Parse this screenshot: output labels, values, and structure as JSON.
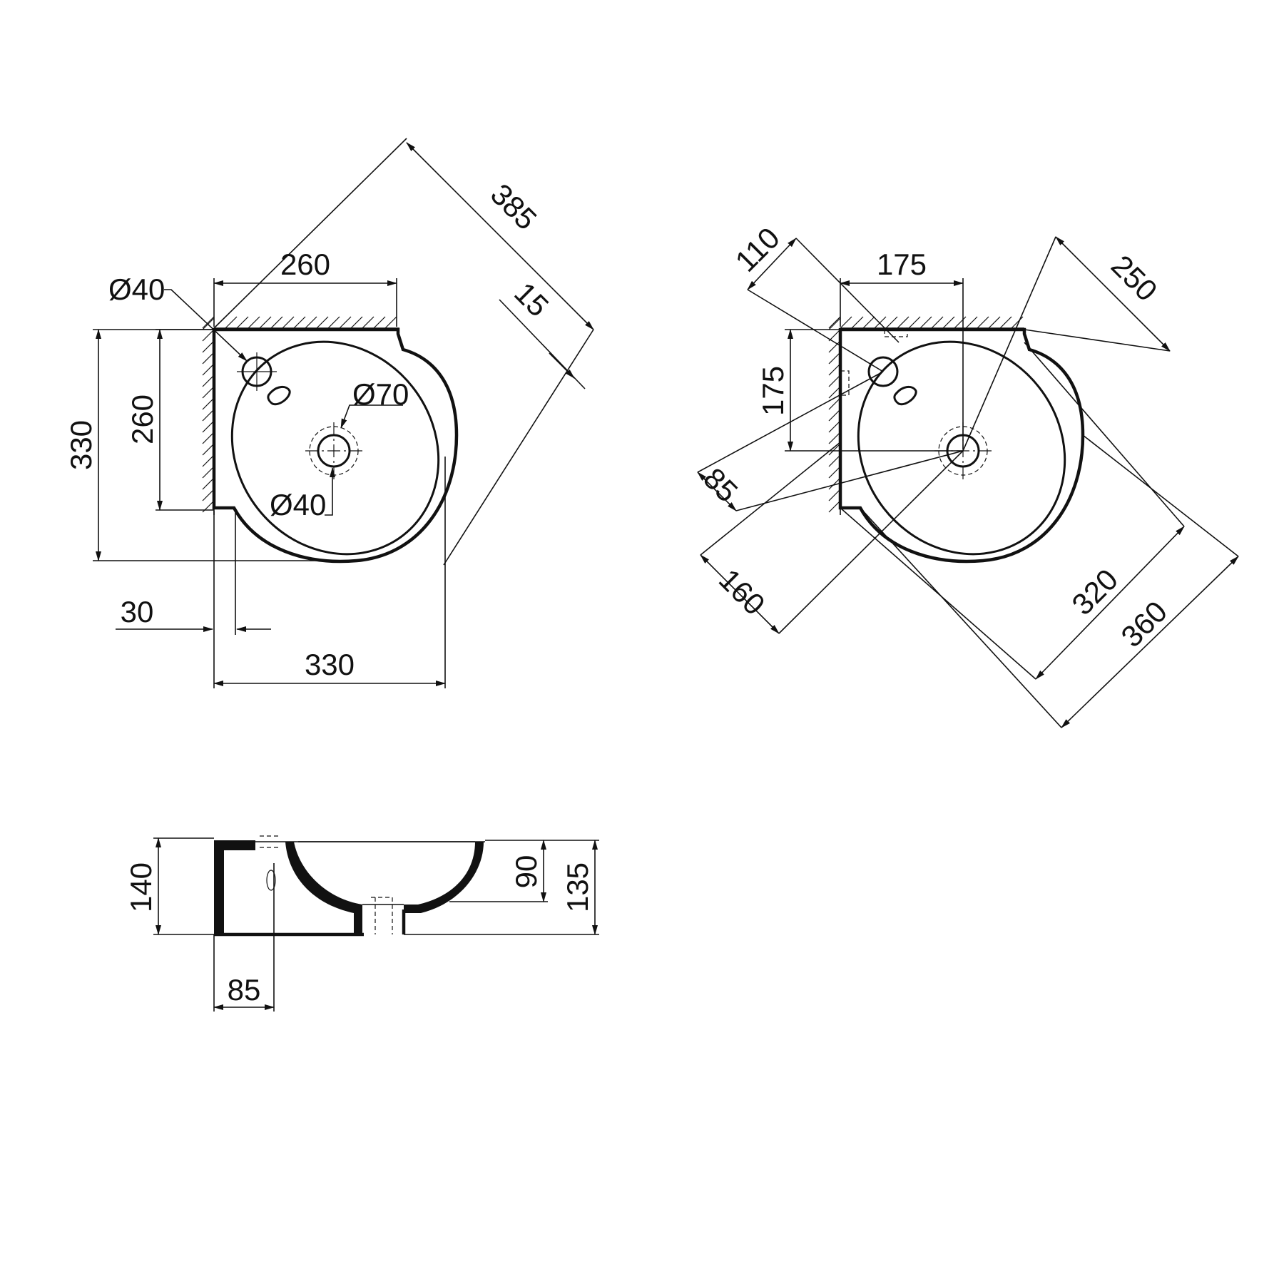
{
  "top_view": {
    "dim_width_top": "260",
    "dim_diagonal": "385",
    "dim_offset": "15",
    "dim_tap_hole": "Ø40",
    "dim_drain_outer": "Ø70",
    "dim_drain_inner": "Ø40",
    "dim_height_outer": "330",
    "dim_height_inner": "260",
    "dim_edge": "30",
    "dim_width_bottom": "330"
  },
  "install_view": {
    "dim_110": "110",
    "dim_175_h": "175",
    "dim_250": "250",
    "dim_175_v": "175",
    "dim_85": "85",
    "dim_160": "160",
    "dim_320": "320",
    "dim_360": "360"
  },
  "side_view": {
    "dim_140": "140",
    "dim_90": "90",
    "dim_135": "135",
    "dim_85": "85"
  }
}
